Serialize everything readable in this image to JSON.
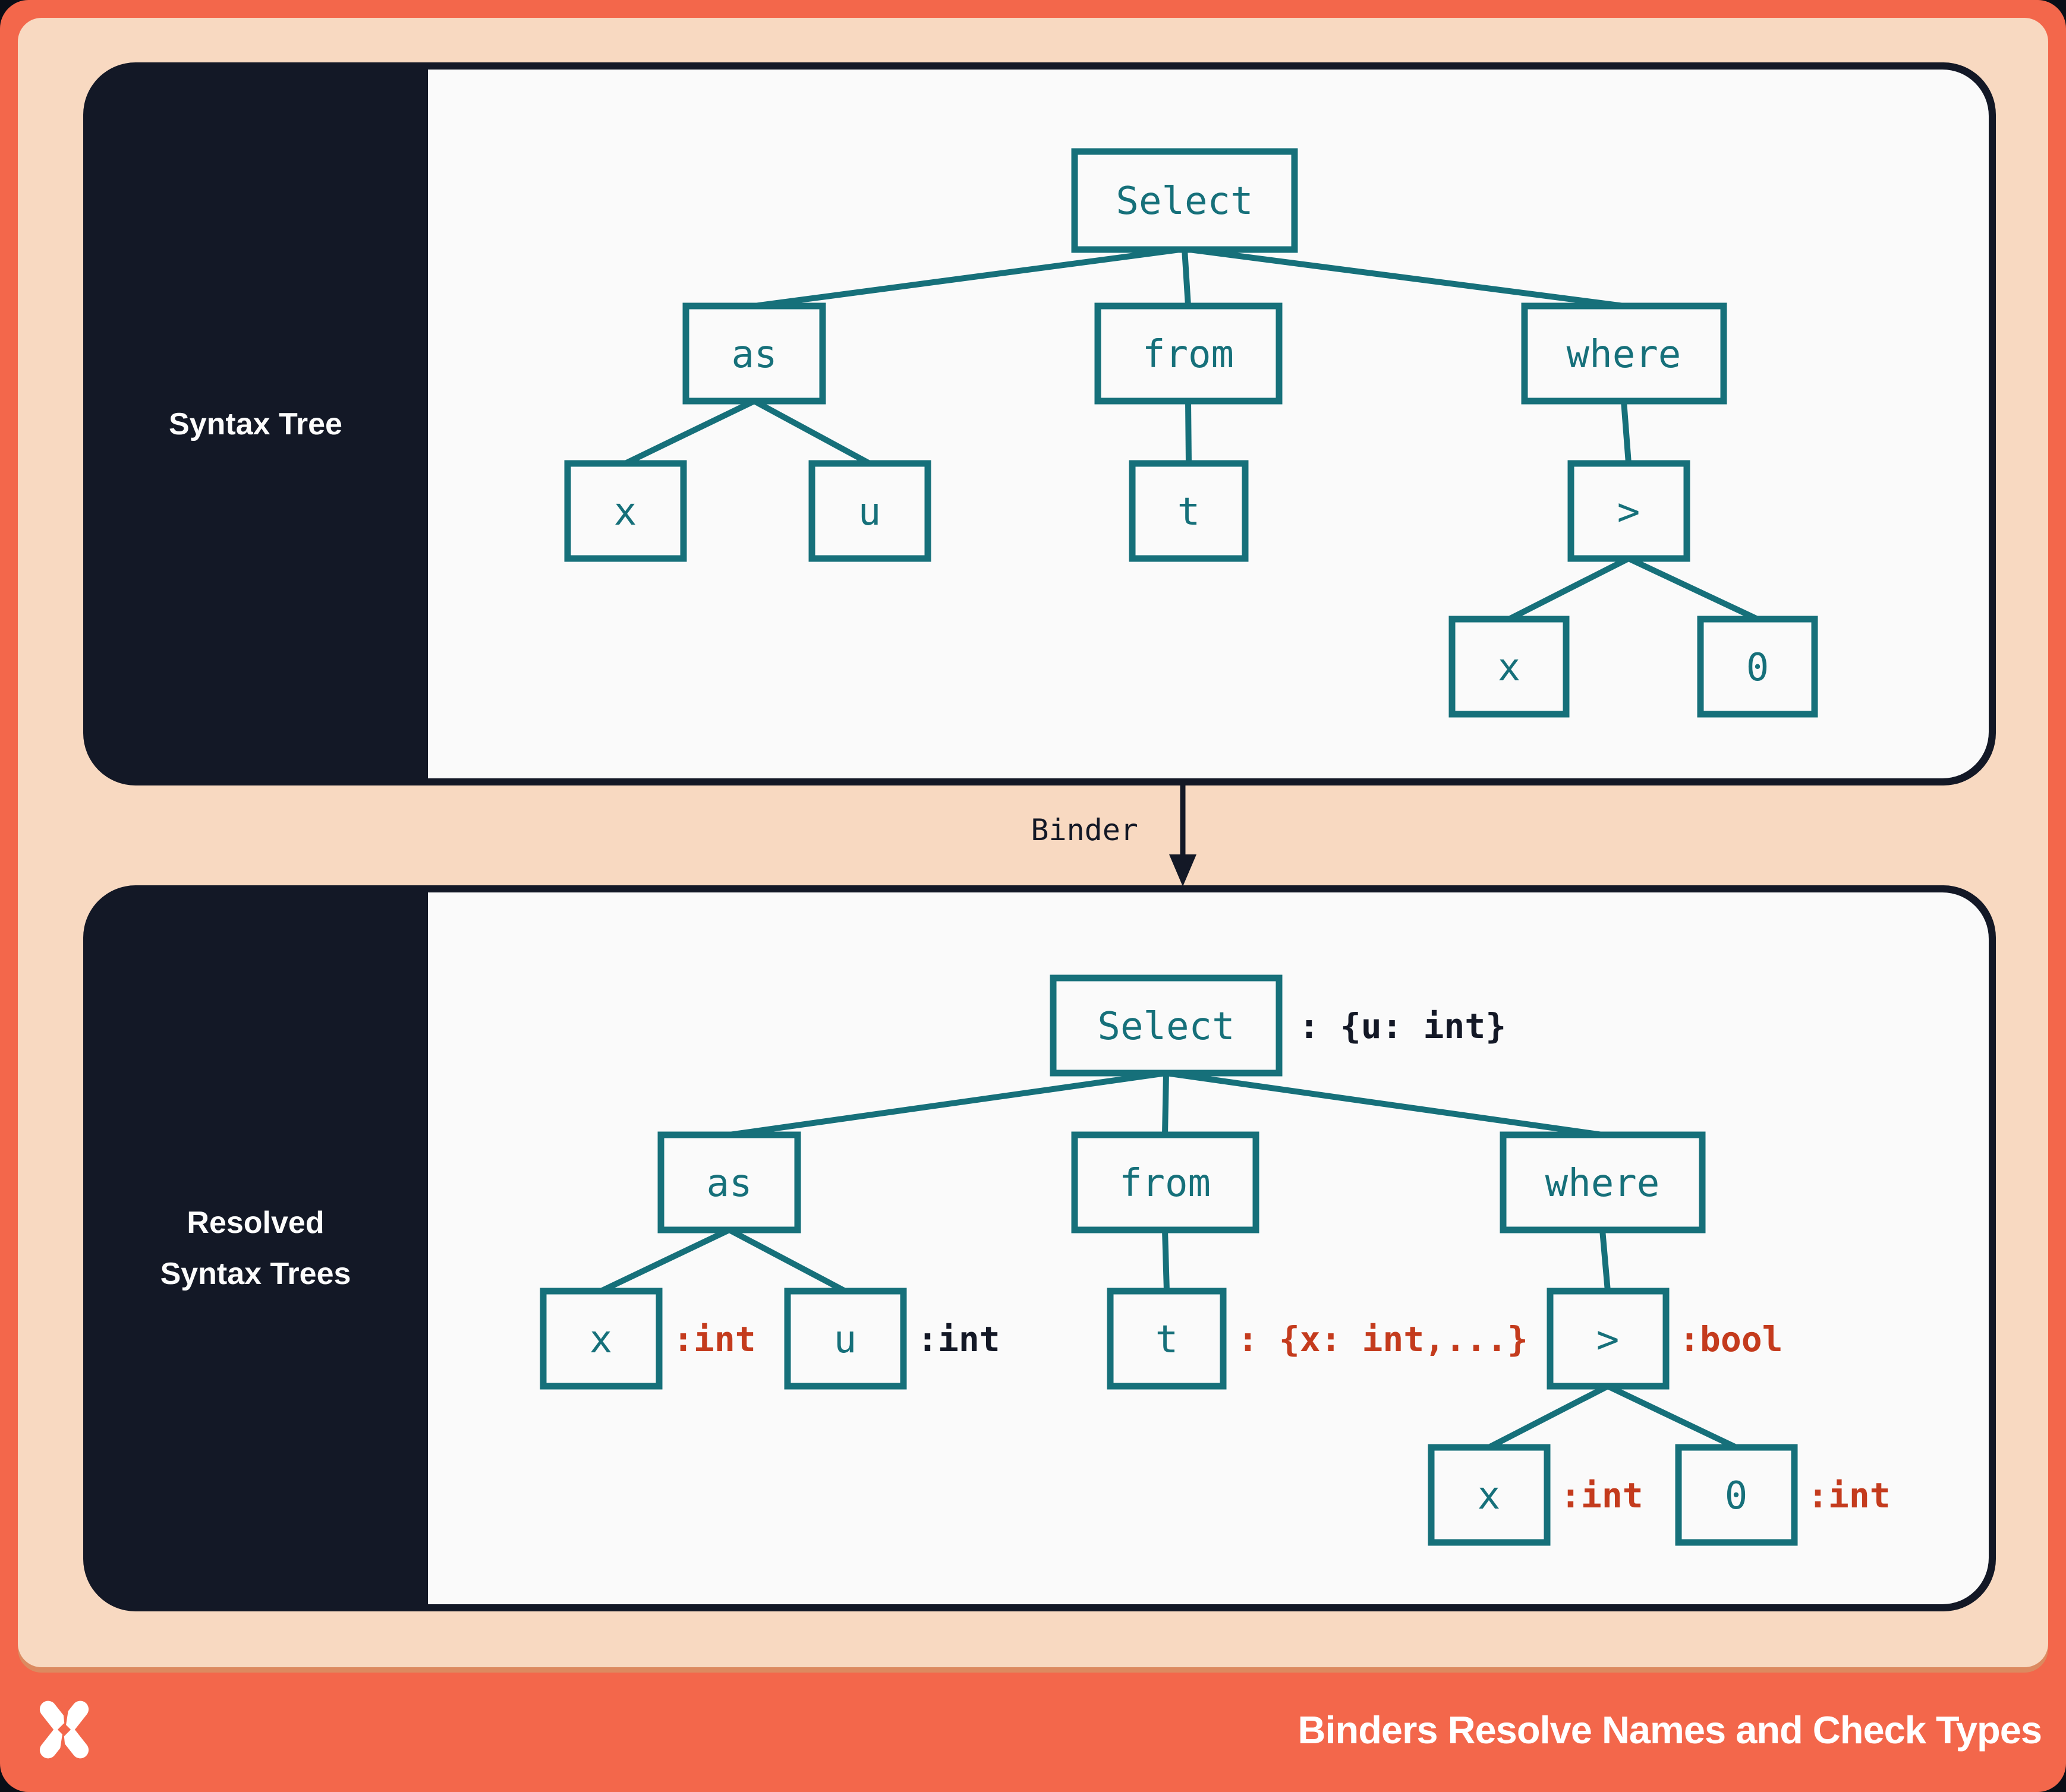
{
  "panel1": {
    "label": "Syntax Tree",
    "nodes": {
      "select": "Select",
      "as": "as",
      "from": "from",
      "where": "where",
      "x1": "x",
      "u": "u",
      "t": "t",
      "gt": ">",
      "x2": "x",
      "zero": "0"
    }
  },
  "binder": {
    "label": "Binder"
  },
  "panel2": {
    "label_lines": [
      "Resolved",
      "Syntax Trees"
    ],
    "nodes": {
      "select": "Select",
      "as": "as",
      "from": "from",
      "where": "where",
      "x1": "x",
      "u": "u",
      "t": "t",
      "gt": ">",
      "x2": "x",
      "zero": "0"
    },
    "annotations": {
      "select": ": {u: int}",
      "x1": ":int",
      "u": ":int",
      "t": ": {x: int,...}",
      "gt": ":bool",
      "x2": ":int",
      "zero": ":int"
    }
  },
  "footer": {
    "title": "Binders Resolve Names and Check Types"
  },
  "colors": {
    "frame_orange": "#f3674b",
    "board_peach": "#f8d9c1",
    "panel_navy": "#131826",
    "panel_white": "#fafafa",
    "node_teal": "#16707a",
    "annotation_red": "#c43b1d",
    "annotation_dark": "#131826"
  }
}
